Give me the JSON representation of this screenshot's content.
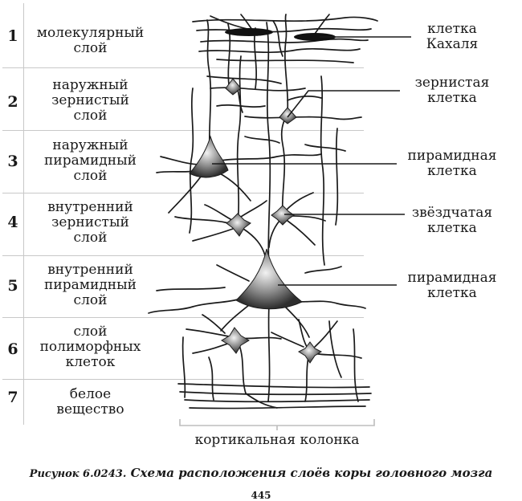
{
  "layers": [
    {
      "number": "1",
      "name": "молекулярный\nслой"
    },
    {
      "number": "2",
      "name": "наружный\nзернистый\nслой"
    },
    {
      "number": "3",
      "name": "наружный\nпирамидный\nслой"
    },
    {
      "number": "4",
      "name": "внутренний\nзернистый\nслой"
    },
    {
      "number": "5",
      "name": "внутренний\nпирамидный\nслой"
    },
    {
      "number": "6",
      "name": "слой\nполиморфных\nклеток"
    },
    {
      "number": "7",
      "name": "белое\nвещество"
    }
  ],
  "cells": [
    {
      "name": "клетка\nКахаля"
    },
    {
      "name": "зернистая\nклетка"
    },
    {
      "name": "пирамидная\nклетка"
    },
    {
      "name": "звёздчатая\nклетка"
    },
    {
      "name": "пирамидная\nклетка"
    }
  ],
  "column_label": "кортикальная колонка",
  "caption": {
    "number": "Рисунок 6.0243.",
    "text": " Схема расположения слоёв коры головного мозга"
  },
  "page_number": "445"
}
